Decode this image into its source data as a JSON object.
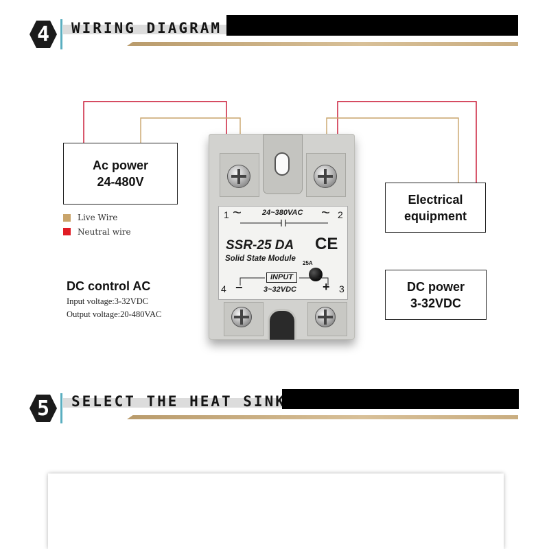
{
  "sections": [
    {
      "number": "4",
      "title": "WIRING DIAGRAM"
    },
    {
      "number": "5",
      "title": "SELECT THE HEAT SINK"
    }
  ],
  "diagram": {
    "ac_power": {
      "line1": "Ac power",
      "line2": "24-480V"
    },
    "electrical_equipment": {
      "line1": "Electrical",
      "line2": "equipment"
    },
    "dc_power": {
      "line1": "DC power",
      "line2": "3-32VDC"
    },
    "legend": [
      {
        "label": "Live Wire",
        "color": "#c9a46a"
      },
      {
        "label": "Neutral wire",
        "color": "#e01b24"
      }
    ],
    "dc_control": {
      "title": "DC control AC",
      "input": "Input voltage:3-32VDC",
      "output": "Output voltage:20-480VAC"
    },
    "wire_colors": {
      "live": "#c9a46a",
      "neutral": "#c8102e"
    }
  },
  "module": {
    "terminal_1": "1",
    "terminal_2": "2",
    "terminal_3": "3",
    "terminal_4": "4",
    "tilde_left": "~",
    "tilde_right": "~",
    "ac_rating": "24~380VAC",
    "model": "SSR-25 DA",
    "ce_mark": "CE",
    "subtitle": "Solid State Module",
    "current": "25A",
    "input_label": "INPUT",
    "dc_rating": "3~32VDC",
    "minus": "−",
    "plus": "+"
  }
}
